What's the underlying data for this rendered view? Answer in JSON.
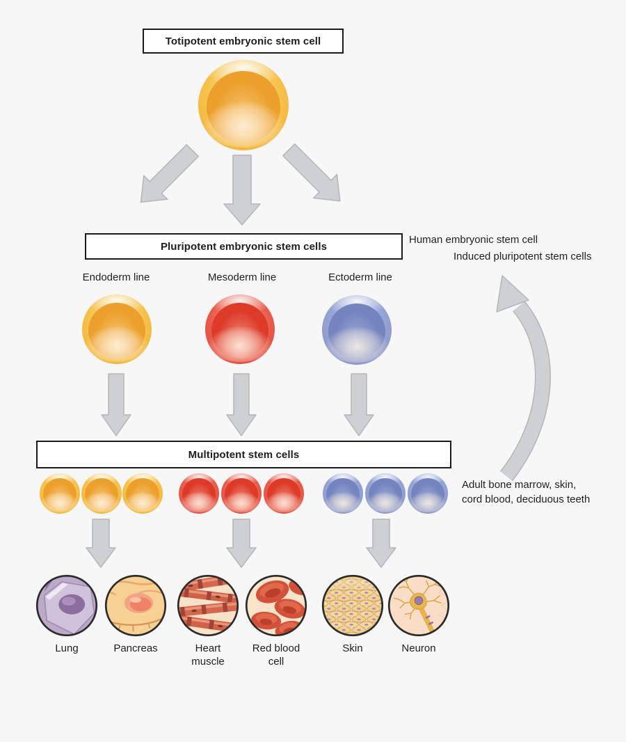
{
  "boxes": {
    "totipotent": "Totipotent embryonic stem cell",
    "pluripotent": "Pluripotent embryonic stem cells",
    "multipotent": "Multipotent stem cells"
  },
  "lineages": [
    {
      "label": "Endoderm line",
      "cell_color": "#f0ae33"
    },
    {
      "label": "Mesoderm line",
      "cell_color": "#e14a3c"
    },
    {
      "label": "Ectoderm line",
      "cell_color": "#8591c7"
    }
  ],
  "annotations": {
    "human_embryonic": "Human embryonic stem cell",
    "induced_pluripotent": "Induced pluripotent stem cells",
    "adult_sources": "Adult bone marrow, skin,\ncord blood, deciduous teeth"
  },
  "tissues": [
    {
      "label": "Lung"
    },
    {
      "label": "Pancreas"
    },
    {
      "label": "Heart muscle"
    },
    {
      "label": "Red blood cell"
    },
    {
      "label": "Skin"
    },
    {
      "label": "Neuron"
    }
  ],
  "palette": {
    "background": "#f7f7f7",
    "arrow_fill": "#cfd0d2",
    "arrow_outline": "#b5b6b9",
    "box_border": "#1a1a1a",
    "totipotent_cell": "#f0ae33"
  }
}
